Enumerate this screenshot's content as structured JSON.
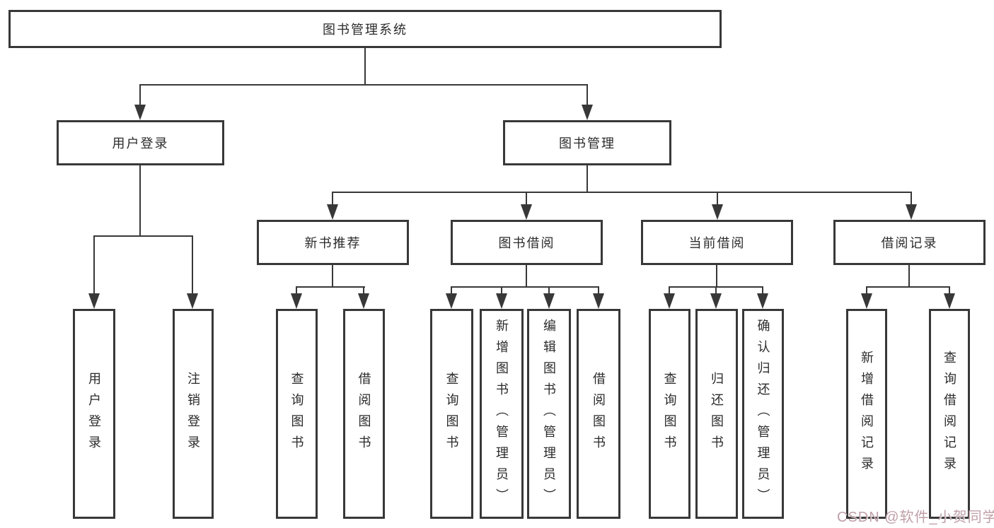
{
  "colors": {
    "line": "#383838",
    "text": "#2b2b2b",
    "background": "#ffffff",
    "watermark": "#bf9fa8"
  },
  "diagram": {
    "title": "图书管理系统",
    "level1": {
      "user_login": "用户登录",
      "book_mgmt": "图书管理"
    },
    "level2": {
      "new_book_rec": "新书推荐",
      "book_borrow": "图书借阅",
      "current_borrow": "当前借阅",
      "borrow_record": "借阅记录"
    },
    "leaves": {
      "user_login": "用户登录",
      "logout": "注销登录",
      "rec_query_book": "查询图书",
      "rec_borrow_book": "借阅图书",
      "bb_query_book": "查询图书",
      "bb_add_book": "新增图书（管理员）",
      "bb_edit_book": "编辑图书（管理员）",
      "bb_borrow_book": "借阅图书",
      "cb_query_book": "查询图书",
      "cb_return_book": "归还图书",
      "cb_confirm_return": "确认归还（管理员）",
      "br_add_record": "新增借阅记录",
      "br_query_record": "查询借阅记录"
    }
  },
  "watermark": {
    "text": "CSDN @软件_小贺同学"
  }
}
